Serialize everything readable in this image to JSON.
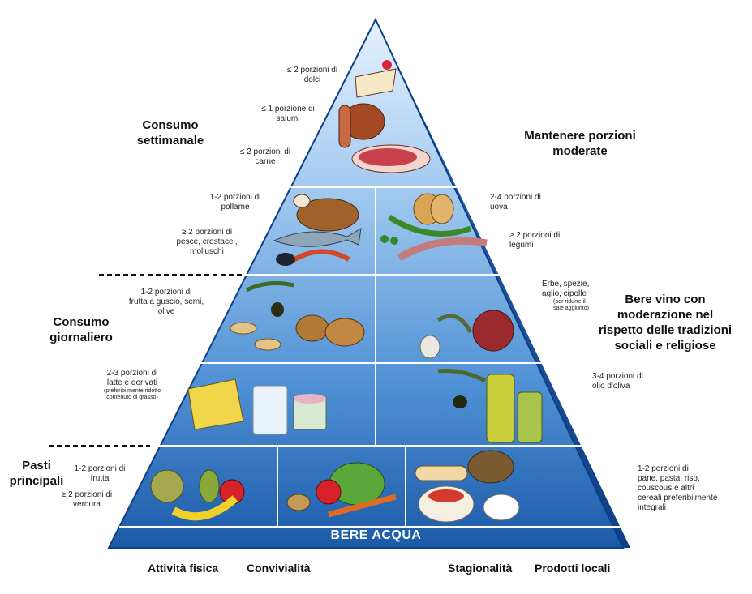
{
  "left": {
    "weekly": "Consumo\nsettimanale",
    "daily": "Consumo\ngiornaliero",
    "meals": "Pasti\nprincipali"
  },
  "right": {
    "moderate": "Mantenere porzioni\nmoderate",
    "wine": "Bere vino con\nmoderazione nel\nrispetto delle tradizioni\nsociali e religiose"
  },
  "servings": {
    "sweets": "≤ 2 porzioni di\ndolci",
    "cured": "≤ 1 porzione di\nsalumi",
    "meat": "≤ 2 porzioni di\ncarne",
    "poultry": "1-2 porzioni di\npollame",
    "fish": "≥ 2 porzioni di\npesce, crostacei,\nmolluschi",
    "eggs": "2-4 porzioni di\nuova",
    "legumes": "≥ 2 porzioni di\nlegumi",
    "nuts": "1-2 porzioni di\nfrutta a guscio, semi,\nolive",
    "herbs": "Erbe, spezie,\naglio, cipolle",
    "herbs_note": "(per ridurre il\nsale aggiunto)",
    "dairy": "2-3 porzioni di\nlatte e derivati",
    "dairy_note": "(preferibilmente ridotto\ncontenuto di grasso)",
    "oil": "3-4 porzioni di\nolio d'oliva",
    "fruit": "1-2 porzioni di\nfrutta",
    "veg": "≥ 2 porzioni di\nverdura",
    "cereals": "1-2 porzioni di\npane, pasta, riso,\ncouscous e altri\ncereali preferibilmente\nintegrali"
  },
  "base": {
    "water": "BERE ACQUA"
  },
  "footer": {
    "activity": "Attività fisica",
    "conviviality": "Convivialità",
    "seasonality": "Stagionalità",
    "local": "Prodotti locali"
  },
  "colors": {
    "top": "#dfefff",
    "bottom": "#1f62b0",
    "lines": "#ffffff",
    "text": "#111111"
  }
}
